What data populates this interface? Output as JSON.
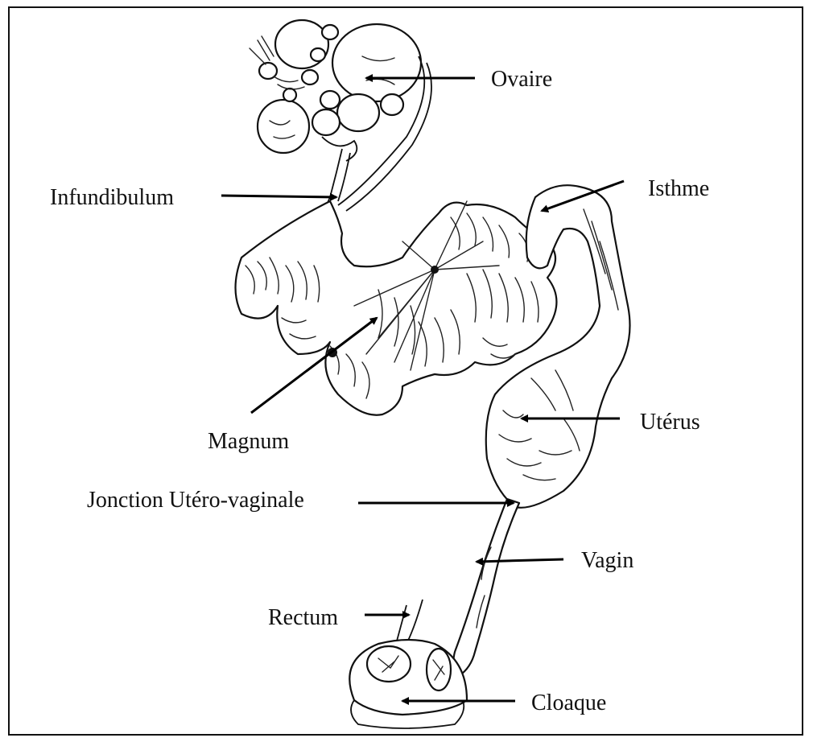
{
  "labels": {
    "ovaire": "Ovaire",
    "infundibulum": "Infundibulum",
    "isthme": "Isthme",
    "magnum": "Magnum",
    "uterus": "Utérus",
    "jonction": "Jonction Utéro-vaginale",
    "vagin": "Vagin",
    "rectum": "Rectum",
    "cloaque": "Cloaque"
  }
}
